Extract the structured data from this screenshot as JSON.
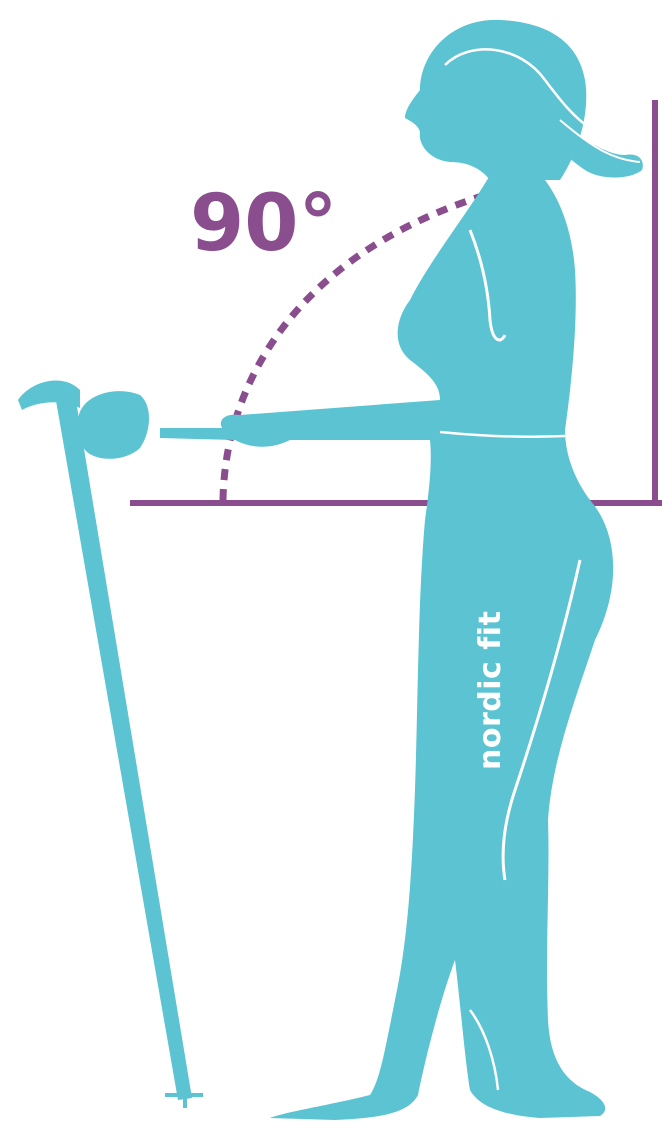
{
  "angle": {
    "label": "90°",
    "degrees": 90
  },
  "brand": {
    "text": "nordic fit"
  },
  "colors": {
    "figure": "#5BC3D1",
    "line": "#8A4D8E",
    "angle_text": "#8A4D8E",
    "figure_outline": "#FFFFFF",
    "background": "#FFFFFF"
  }
}
